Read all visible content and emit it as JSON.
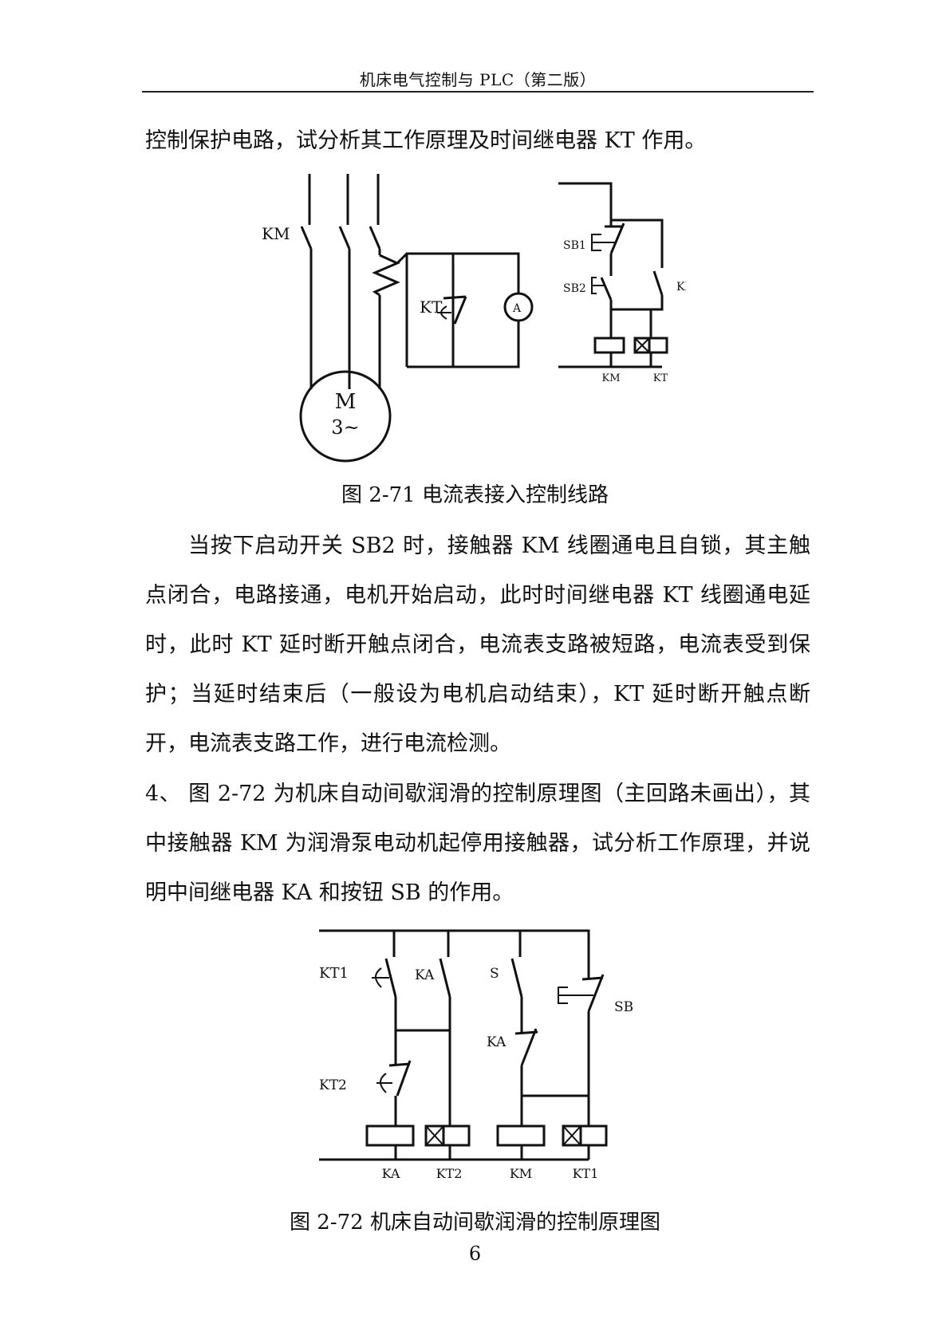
{
  "header": {
    "title": "机床电气控制与 PLC（第二版）"
  },
  "paragraph_intro": "控制保护电路，试分析其工作原理及时间继电器 KT 作用。",
  "figure1": {
    "caption": "图 2-71  电流表接入控制线路",
    "labels": {
      "km_main": "KM",
      "kt_contact": "KT",
      "ammeter": "A",
      "motor_m": "M",
      "motor_phase": "3~",
      "sb1": "SB1",
      "sb2": "SB2",
      "km_aux": "KM",
      "coil_km": "KM",
      "coil_kt": "KT"
    }
  },
  "paragraph_answer": "当按下启动开关 SB2 时，接触器 KM 线圈通电且自锁，其主触点闭合，电路接通，电机开始启动，此时时间继电器 KT 线圈通电延时，此时 KT 延时断开触点闭合，电流表支路被短路，电流表受到保护；当延时结束后（一般设为电机启动结束），KT 延时断开触点断开，电流表支路工作，进行电流检测。",
  "paragraph_q4": "4、  图 2-72 为机床自动间歇润滑的控制原理图（主回路未画出），其中接触器 KM 为润滑泵电动机起停用接触器，试分析工作原理，并说明中间继电器 KA 和按钮 SB 的作用。",
  "figure2": {
    "caption": "图 2-72  机床自动间歇润滑的控制原理图",
    "labels": {
      "kt1": "KT1",
      "ka_top": "KA",
      "s": "S",
      "sb": "SB",
      "ka_mid": "KA",
      "kt2": "KT2",
      "coil_ka": "KA",
      "coil_kt2": "KT2",
      "coil_km": "KM",
      "coil_kt1": "KT1"
    }
  },
  "page_number": "6"
}
